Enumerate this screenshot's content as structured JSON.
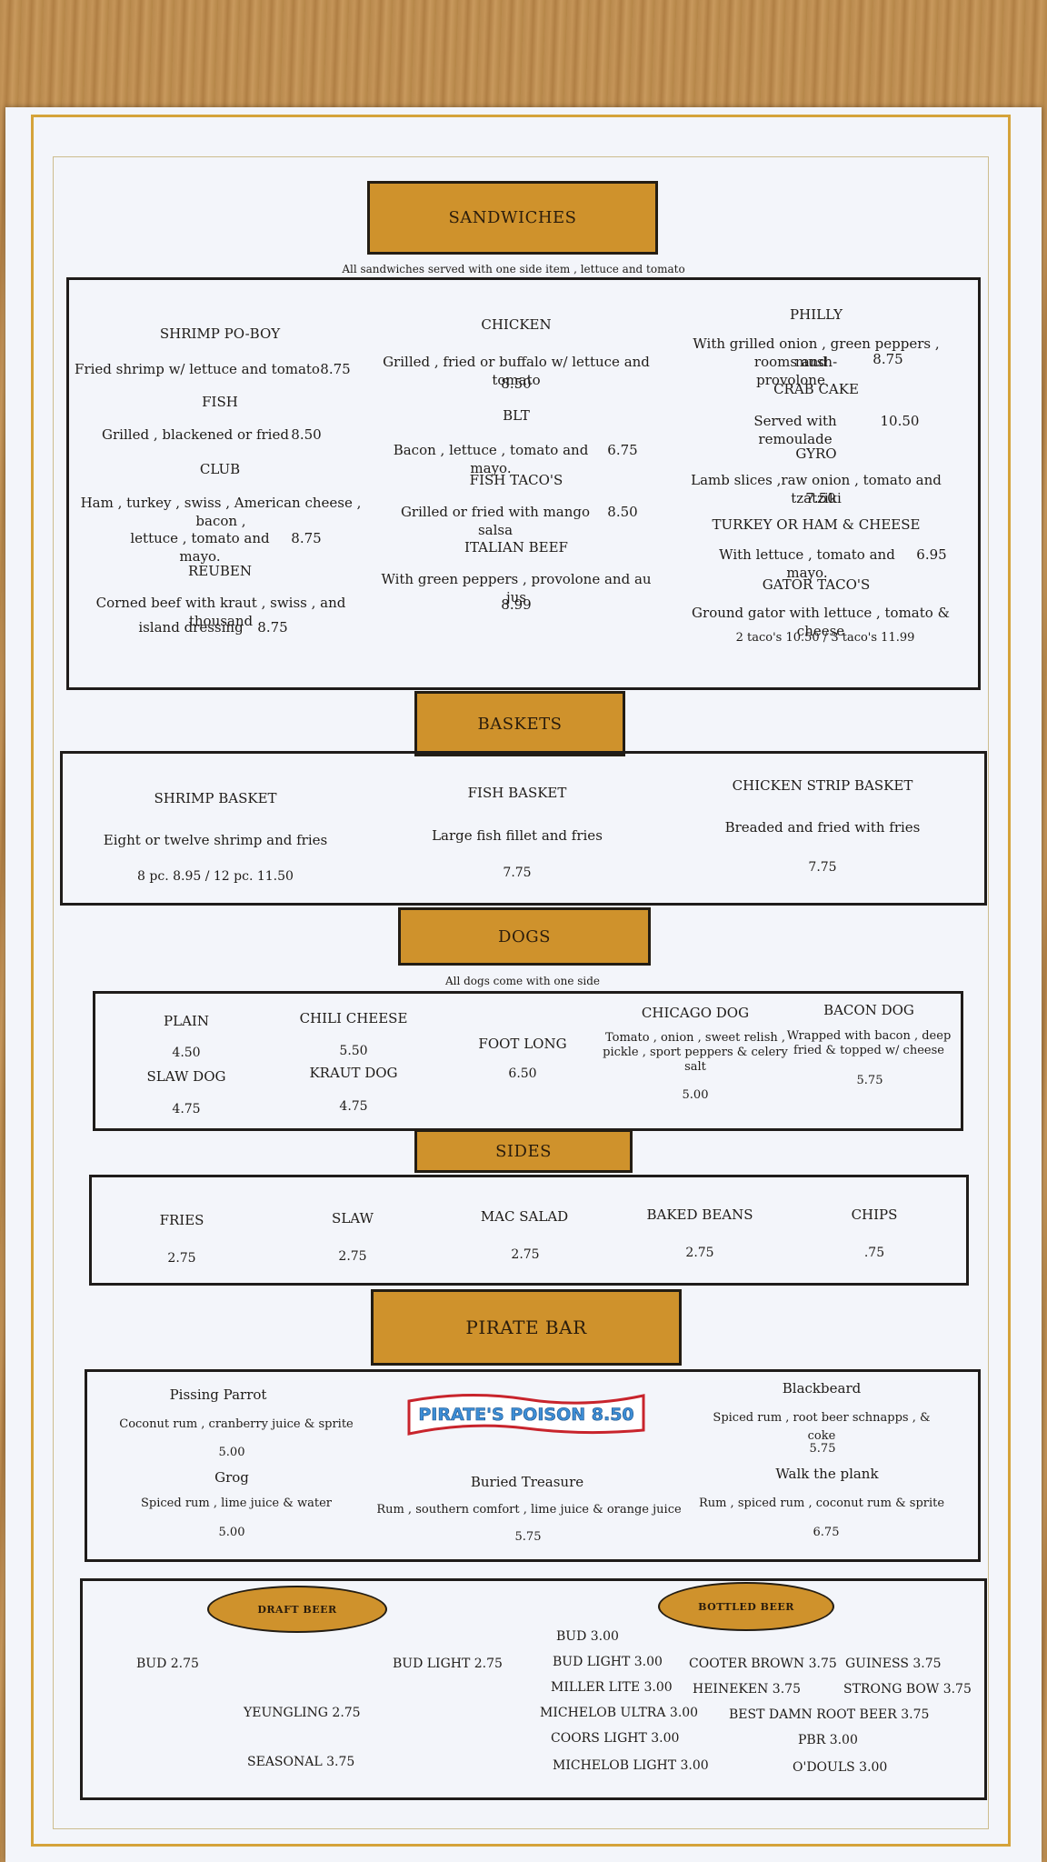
{
  "sandwiches": {
    "heading": "SANDWICHES",
    "note": "All sandwiches served with one side item , lettuce and tomato",
    "shrimp_name": "SHRIMP PO-BOY",
    "shrimp_desc": "Fried shrimp w/ lettuce and tomato",
    "shrimp_price": "8.75",
    "fish_name": "FISH",
    "fish_desc": "Grilled , blackened or fried",
    "fish_price": "8.50",
    "club_name": "CLUB",
    "club_desc1": "Ham , turkey , swiss , American cheese , bacon ,",
    "club_desc2": "lettuce , tomato and mayo.",
    "club_price": "8.75",
    "reuben_name": "REUBEN",
    "reuben_desc1": "Corned beef with kraut , swiss , and thousand",
    "reuben_desc2": "island dressing",
    "reuben_price": "8.75",
    "chicken_name": "CHICKEN",
    "chicken_desc": "Grilled , fried or buffalo w/ lettuce and tomato",
    "chicken_price": "8.50",
    "blt_name": "BLT",
    "blt_desc": "Bacon , lettuce , tomato and mayo.",
    "blt_price": "6.75",
    "fishtaco_name": "FISH TACO'S",
    "fishtaco_desc": "Grilled or fried with mango salsa",
    "fishtaco_price": "8.50",
    "italian_name": "ITALIAN BEEF",
    "italian_desc": "With green peppers , provolone and au jus",
    "italian_price": "8.99",
    "philly_name": "PHILLY",
    "philly_desc1": "With grilled onion , green peppers , mush-",
    "philly_desc2": "rooms and provolone",
    "philly_price": "8.75",
    "crab_name": "CRAB CAKE",
    "crab_desc": "Served with remoulade",
    "crab_price": "10.50",
    "gyro_name": "GYRO",
    "gyro_desc": "Lamb slices ,raw onion , tomato and tzatziki",
    "gyro_price": "7.50",
    "turkey_name": "TURKEY OR HAM & CHEESE",
    "turkey_desc": "With lettuce , tomato and mayo.",
    "turkey_price": "6.95",
    "gator_name": "GATOR TACO'S",
    "gator_desc": "Ground gator with lettuce , tomato & cheese",
    "gator_price": "2 taco's 10.50  /  3 taco's 11.99"
  },
  "baskets": {
    "heading": "BASKETS",
    "shrimp_name": "SHRIMP BASKET",
    "shrimp_desc": "Eight or twelve shrimp and fries",
    "shrimp_price": "8 pc.  8.95  /  12 pc. 11.50",
    "fish_name": "FISH BASKET",
    "fish_desc": "Large fish fillet and fries",
    "fish_price": "7.75",
    "chicken_name": "CHICKEN STRIP BASKET",
    "chicken_desc": "Breaded and fried with fries",
    "chicken_price": "7.75"
  },
  "dogs": {
    "heading": "DOGS",
    "note": "All dogs come with one side",
    "plain_name": "PLAIN",
    "plain_price": "4.50",
    "slaw_name": "SLAW DOG",
    "slaw_price": "4.75",
    "chili_name": "CHILI CHEESE",
    "chili_price": "5.50",
    "kraut_name": "KRAUT DOG",
    "kraut_price": "4.75",
    "footlong_name": "FOOT LONG",
    "footlong_price": "6.50",
    "chicago_name": "CHICAGO DOG",
    "chicago_desc1": "Tomato , onion , sweet relish ,",
    "chicago_desc2": "pickle , sport peppers & celery",
    "chicago_desc3": "salt",
    "chicago_price": "5.00",
    "bacon_name": "BACON DOG",
    "bacon_desc1": "Wrapped with bacon , deep",
    "bacon_desc2": "fried & topped w/ cheese",
    "bacon_price": "5.75"
  },
  "sides": {
    "heading": "SIDES",
    "items": [
      {
        "name": "FRIES",
        "price": "2.75"
      },
      {
        "name": "SLAW",
        "price": "2.75"
      },
      {
        "name": "MAC SALAD",
        "price": "2.75"
      },
      {
        "name": "BAKED BEANS",
        "price": "2.75"
      },
      {
        "name": "CHIPS",
        "price": ".75"
      }
    ]
  },
  "pirate_bar": {
    "heading": "PIRATE BAR",
    "logo_text": "PIRATE'S POISON  8.50",
    "parrot_name": "Pissing Parrot",
    "parrot_desc": "Coconut rum , cranberry juice & sprite",
    "parrot_price": "5.00",
    "grog_name": "Grog",
    "grog_desc": "Spiced rum , lime juice  & water",
    "grog_price": "5.00",
    "treasure_name": "Buried Treasure",
    "treasure_desc": "Rum , southern comfort , lime juice & orange juice",
    "treasure_price": "5.75",
    "blackbeard_name": "Blackbeard",
    "blackbeard_desc": "Spiced rum , root beer schnapps , & coke",
    "blackbeard_price": "5.75",
    "plank_name": "Walk the plank",
    "plank_desc": "Rum , spiced rum , coconut rum & sprite",
    "plank_price": "6.75"
  },
  "beer": {
    "draft_label": "DRAFT BEER",
    "bottled_label": "BOTTLED BEER",
    "draft": {
      "bud": "BUD  2.75",
      "bud_light": "BUD LIGHT  2.75",
      "yeungling": "YEUNGLING  2.75",
      "seasonal": "SEASONAL  3.75"
    },
    "bottled": {
      "bud": "BUD  3.00",
      "bud_light": "BUD LIGHT   3.00",
      "miller": "MILLER LITE  3.00",
      "michelob_ultra": "MICHELOB ULTRA  3.00",
      "coors": "COORS LIGHT  3.00",
      "michelob_light": "MICHELOB LIGHT  3.00",
      "cooter": "COOTER BROWN  3.75",
      "heineken": "HEINEKEN       3.75",
      "best_damn": "BEST DAMN ROOT BEER  3.75",
      "pbr": "PBR   3.00",
      "odouls": "O'DOULS   3.00",
      "guiness": "GUINESS  3.75",
      "strongbow": "STRONG BOW  3.75"
    }
  }
}
